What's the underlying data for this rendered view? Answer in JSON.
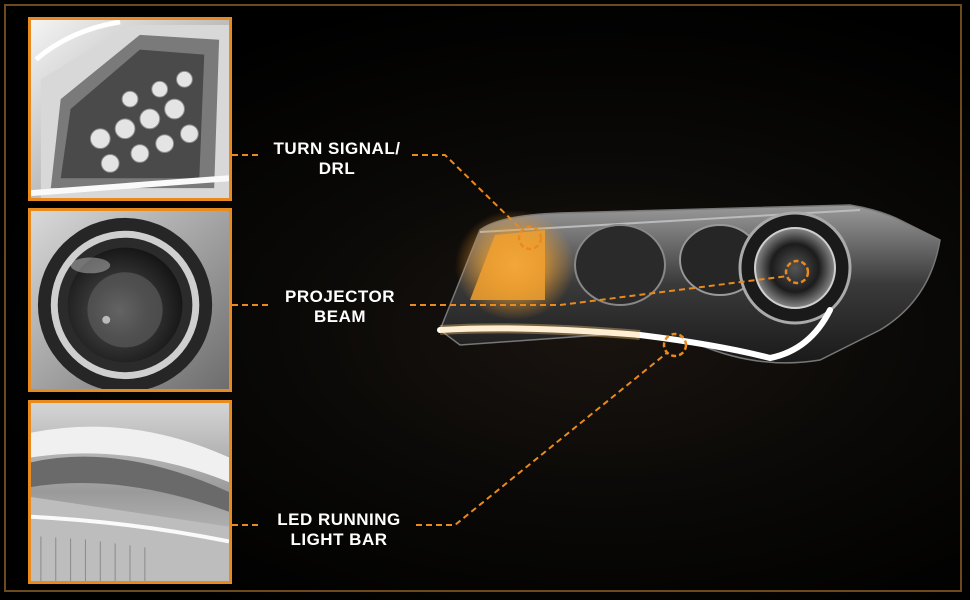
{
  "callouts": {
    "turn_signal": {
      "line1": "TURN SIGNAL/",
      "line2": "DRL"
    },
    "projector": {
      "line1": "PROJECTOR",
      "line2": "BEAM"
    },
    "led_bar": {
      "line1": "LED RUNNING",
      "line2": "LIGHT BAR"
    }
  },
  "colors": {
    "accent": "#e88a1e",
    "frame": "#6b4a1d",
    "background": "#000000",
    "label_text": "#ffffff"
  }
}
